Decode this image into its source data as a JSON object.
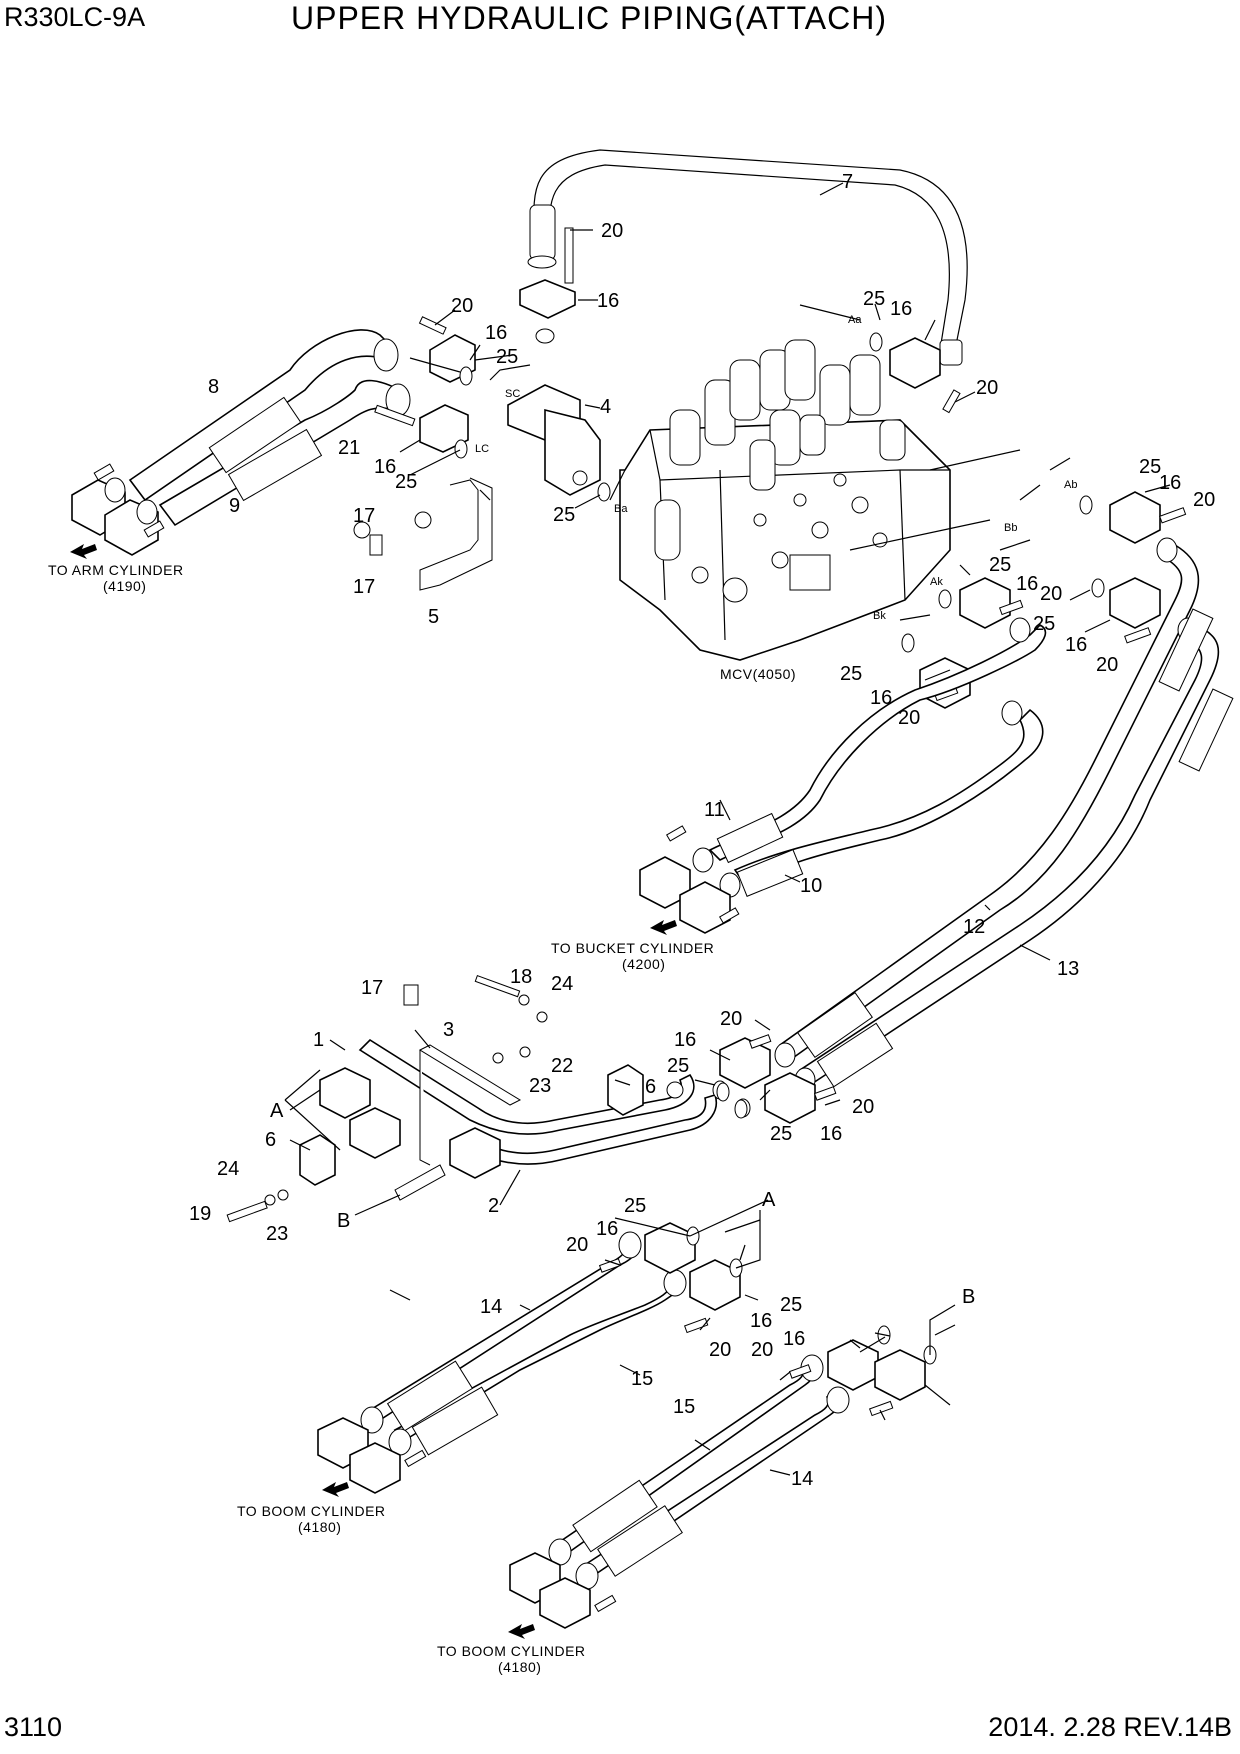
{
  "header": {
    "model": "R330LC-9A",
    "title": "UPPER HYDRAULIC PIPING(ATTACH)"
  },
  "footer": {
    "page_number": "3110",
    "revision": "2014. 2.28  REV.14B"
  },
  "callouts": {
    "mcv": "MCV(4050)",
    "to_arm_cylinder": "TO ARM CYLINDER",
    "arm_cylinder_ref": "(4190)",
    "to_bucket_cylinder": "TO BUCKET CYLINDER",
    "bucket_cylinder_ref": "(4200)",
    "to_boom_cylinder_1": "TO BOOM CYLINDER",
    "boom_cylinder_ref_1": "(4180)",
    "to_boom_cylinder_2": "TO BOOM CYLINDER",
    "boom_cylinder_ref_2": "(4180)"
  },
  "port_labels": [
    "Aa",
    "Ab",
    "Bb",
    "Ak",
    "Bk",
    "Ba",
    "SC",
    "LC"
  ],
  "detail_labels": [
    "A",
    "B",
    "A",
    "B"
  ],
  "part_numbers": [
    "1",
    "2",
    "3",
    "4",
    "5",
    "6",
    "6",
    "7",
    "8",
    "9",
    "10",
    "11",
    "12",
    "13",
    "14",
    "14",
    "15",
    "15",
    "16",
    "16",
    "16",
    "16",
    "16",
    "16",
    "16",
    "16",
    "16",
    "16",
    "16",
    "16",
    "16",
    "17",
    "17",
    "17",
    "18",
    "19",
    "20",
    "20",
    "20",
    "20",
    "20",
    "20",
    "20",
    "20",
    "20",
    "20",
    "20",
    "20",
    "21",
    "22",
    "23",
    "23",
    "24",
    "24",
    "25",
    "25",
    "25",
    "25",
    "25",
    "25",
    "25",
    "25",
    "25",
    "25",
    "25",
    "25"
  ]
}
